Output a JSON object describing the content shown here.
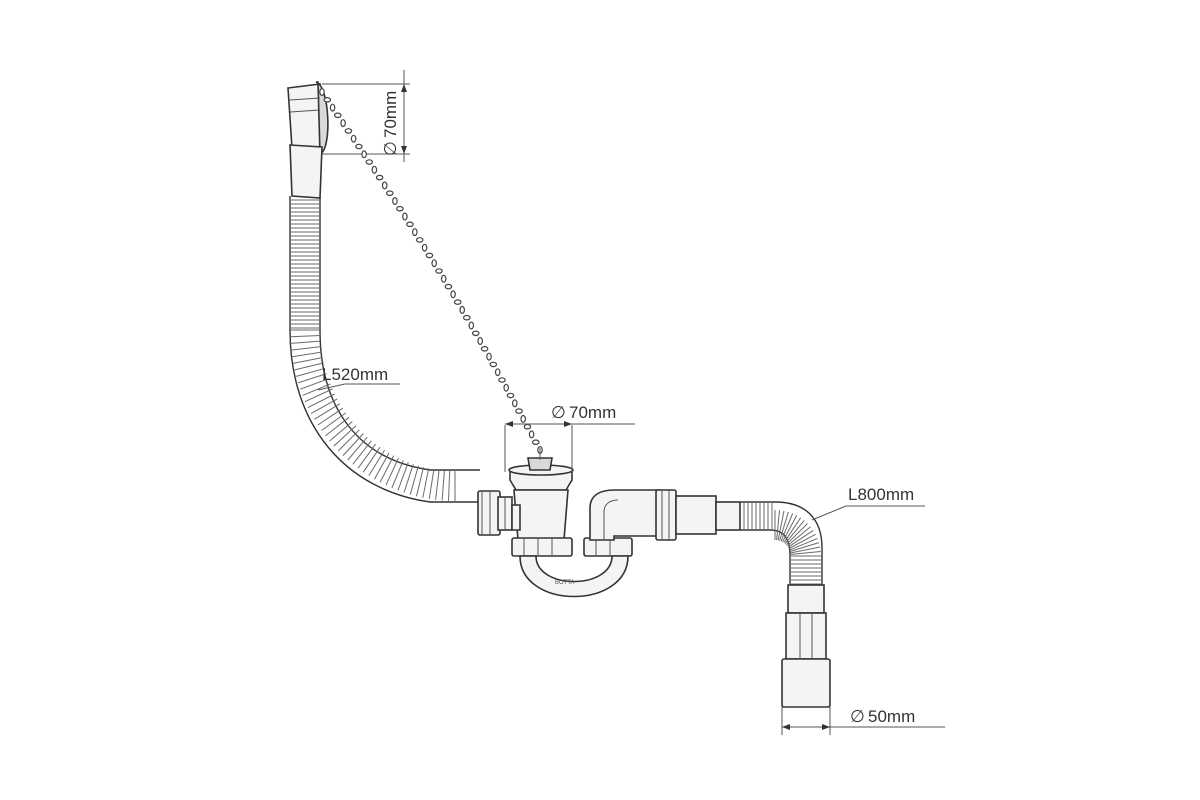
{
  "labels": {
    "overflow_diameter": "70mm",
    "drain_diameter": "70mm",
    "hose_length": "L520mm",
    "outlet_hose_length": "L800mm",
    "outlet_diameter": "50mm",
    "diameter_symbol": "∅"
  },
  "colors": {
    "line": "#333333",
    "fill": "#f4f4f4",
    "background": "#ffffff"
  }
}
